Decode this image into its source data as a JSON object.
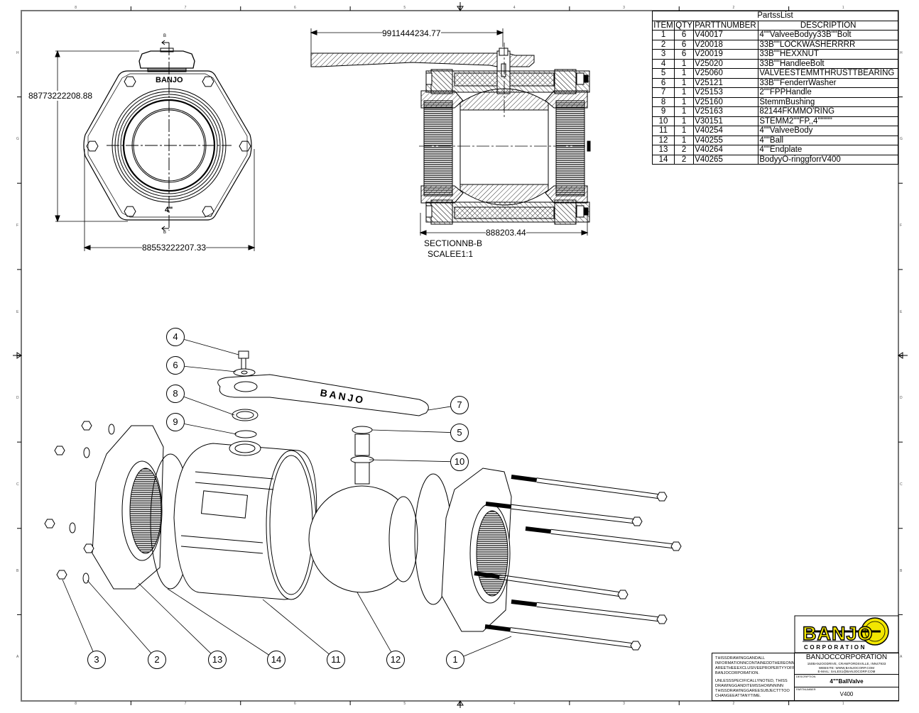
{
  "border": {
    "top_zone_labels": [
      "8",
      "7",
      "6",
      "5",
      "4",
      "3",
      "2",
      "1"
    ],
    "side_zone_labels": [
      "H",
      "G",
      "F",
      "E",
      "D",
      "C",
      "B",
      "A"
    ]
  },
  "parts_list": {
    "title": "PartssList",
    "headers": [
      "ITEM",
      "QTY",
      "PARTTNUMBER",
      "DESCRIPTION"
    ],
    "rows": [
      {
        "item": "1",
        "qty": "6",
        "part": "V40017",
        "desc": "4\"\"ValveeBodyy33B\"\"Bolt"
      },
      {
        "item": "2",
        "qty": "6",
        "part": "V20018",
        "desc": "33B\"\"LOCKWASHERRRR"
      },
      {
        "item": "3",
        "qty": "6",
        "part": "V20019",
        "desc": "33B\"\"HEXXNUT"
      },
      {
        "item": "4",
        "qty": "1",
        "part": "V25020",
        "desc": "33B\"\"HandleeBolt"
      },
      {
        "item": "5",
        "qty": "1",
        "part": "V25060",
        "desc": "VALVEESTEMMTHRUSTTBEARING"
      },
      {
        "item": "6",
        "qty": "1",
        "part": "V25121",
        "desc": "33B\"\"FenderrWasher"
      },
      {
        "item": "7",
        "qty": "1",
        "part": "V25153",
        "desc": "2\"\"FPPHandle"
      },
      {
        "item": "8",
        "qty": "1",
        "part": "V25160",
        "desc": "StemmBushing"
      },
      {
        "item": "9",
        "qty": "1",
        "part": "V25163",
        "desc": "82144FKMMO'RING"
      },
      {
        "item": "10",
        "qty": "1",
        "part": "V30151",
        "desc": "STEMM2\"\"FP,,4\"\"\"\"\""
      },
      {
        "item": "11",
        "qty": "1",
        "part": "V40254",
        "desc": "4\"\"ValveeBody"
      },
      {
        "item": "12",
        "qty": "1",
        "part": "V40255",
        "desc": "4\"\"Ball"
      },
      {
        "item": "13",
        "qty": "2",
        "part": "V40264",
        "desc": "4\"\"Endplate"
      },
      {
        "item": "14",
        "qty": "2",
        "part": "V40265",
        "desc": "BodyyO-ringgforrV400"
      }
    ]
  },
  "front_view": {
    "height_dim": "88773222208.88",
    "width_dim": "88553222207.33",
    "section_marker": "B",
    "logo_text": "BANJO",
    "size_label": "4\""
  },
  "section_view": {
    "handle_dim": "9911444234.77",
    "length_dim": "888203.44",
    "title": "SECTIONNB-B",
    "scale": "SCALEE1:1"
  },
  "exploded_view": {
    "callouts": [
      "4",
      "6",
      "8",
      "9",
      "7",
      "5",
      "10",
      "3",
      "2",
      "13",
      "14",
      "11",
      "12",
      "1"
    ]
  },
  "title_block": {
    "logo_text": "BANJO",
    "logo_sub": "CORPORATION",
    "company": "BANJOCCORPORATION",
    "address": "150BANJOODRIVE, CRAWFORDSVILLE, INN47933",
    "website": "WEBSITE: WWW.BANJOCORP.COM",
    "email": "E-MAIL: SALES1@BANJOCORP.COM",
    "description_label": "DESCRIPTION",
    "description": "4\"\"BallValve",
    "part_number_label": "PARTNUMBER",
    "part_number": "V400",
    "notice_1": "THISSDRAWINGGANDALL INFORMATIONNCONTAINEDDTHEREONN AREETHEEEXCLUSIVEEPROPERTYYOFF BANJOCORPORATION.",
    "notice_2": "UNLESSSPECIFICALLYNOTED, THISS DRAWINGGANDITEMSSHOWNNINN THISSDRAWINGGAREESUBJECTTTOO CHANGEEATTANYTIME."
  },
  "colors": {
    "logo_yellow": "#f2e600",
    "line": "#000000",
    "hatch": "#555555",
    "border_gray": "#777777"
  }
}
